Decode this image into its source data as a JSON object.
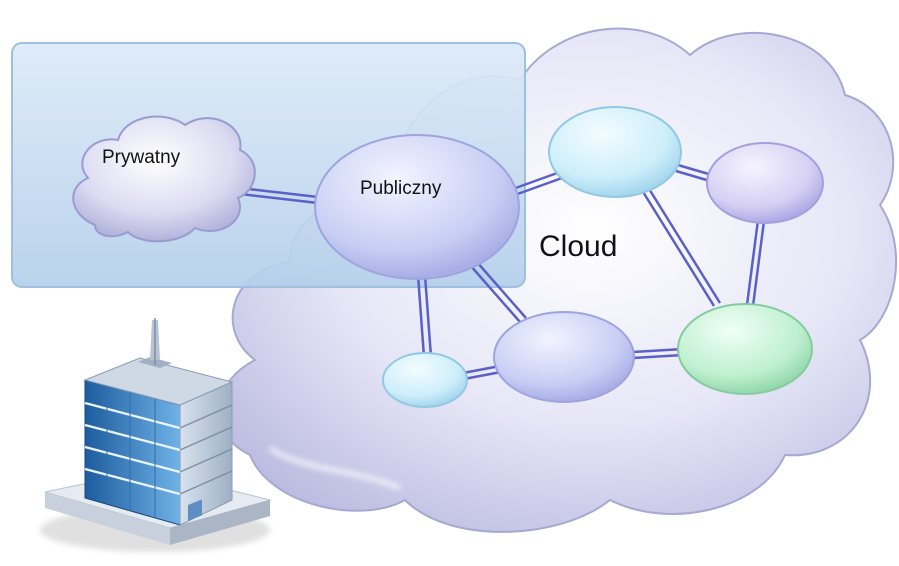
{
  "diagram": {
    "nodes": {
      "private": "Prywatny",
      "public": "Publiczny",
      "cloud": "Cloud"
    },
    "colors": {
      "big_cloud": "#dcdcf4",
      "private_panel": "#c6dcf2",
      "link": "#5b60c8",
      "node_public": "#c9cff4",
      "node_cyan": "#cdeefa",
      "node_violet": "#d6d0f4",
      "node_green": "#bff0d0",
      "building_glass": "#3f86c8"
    }
  }
}
